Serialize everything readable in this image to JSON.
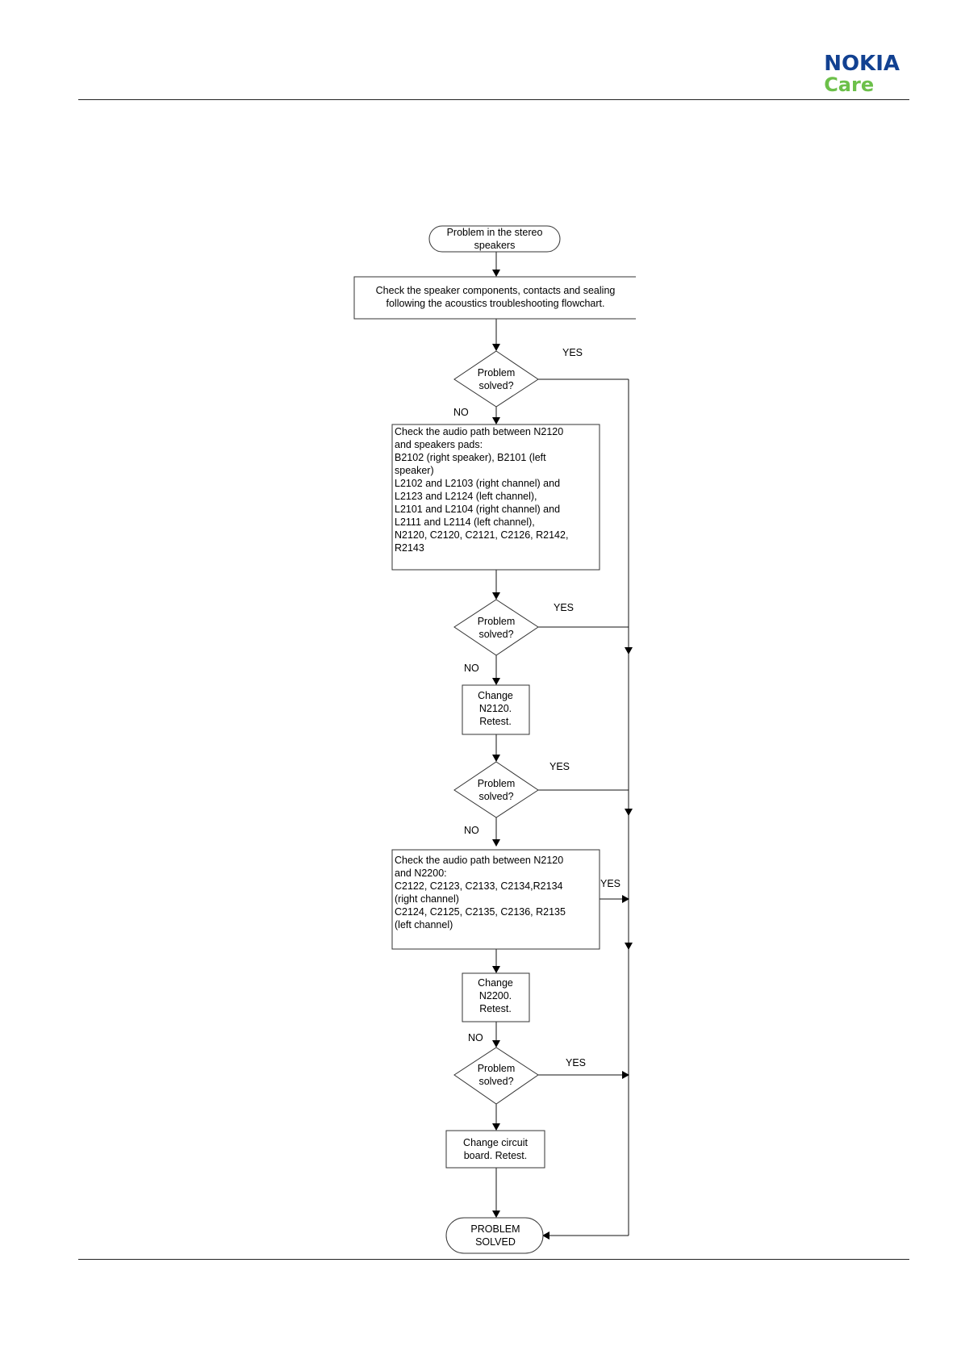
{
  "header": {
    "brand_name": "NOKIA",
    "brand_sub": "Care",
    "colors": {
      "brand_blue": "#124191",
      "care_green": "#6cc04a"
    }
  },
  "flowchart": {
    "start": {
      "lines": [
        "Problem in the stereo",
        "speakers"
      ]
    },
    "step_check_acoustics": {
      "lines": [
        "Check the speaker components, contacts and sealing",
        "following the  acoustics troubleshooting flowchart."
      ]
    },
    "decision_label": [
      "Problem",
      "solved?"
    ],
    "yes_label": "YES",
    "no_label": "NO",
    "step_audio_path_speakers": {
      "lines": [
        "Check the audio path between N2120",
        "and speakers pads:",
        "B2102 (right speaker), B2101 (left",
        "speaker)",
        "L2102 and L2103 (right channel) and",
        "L2123 and L2124 (left channel),",
        "L2101 and L2104 (right channel) and",
        "L2111 and L2114 (left channel),",
        "N2120, C2120, C2121, C2126, R2142,",
        "R2143"
      ]
    },
    "step_change_n2120": {
      "lines": [
        "Change",
        "N2120.",
        "Retest."
      ]
    },
    "step_audio_path_n2200": {
      "lines": [
        "Check the audio path between N2120",
        "and N2200:",
        "C2122, C2123, C2133, C2134,R2134",
        "(right channel)",
        "C2124, C2125, C2135, C2136, R2135",
        "(left channel)"
      ]
    },
    "step_change_n2200": {
      "lines": [
        "Change",
        "N2200.",
        "Retest."
      ]
    },
    "step_change_board": {
      "lines": [
        "Change circuit",
        "board. Retest."
      ]
    },
    "end": {
      "lines": [
        "PROBLEM",
        "SOLVED"
      ]
    }
  }
}
